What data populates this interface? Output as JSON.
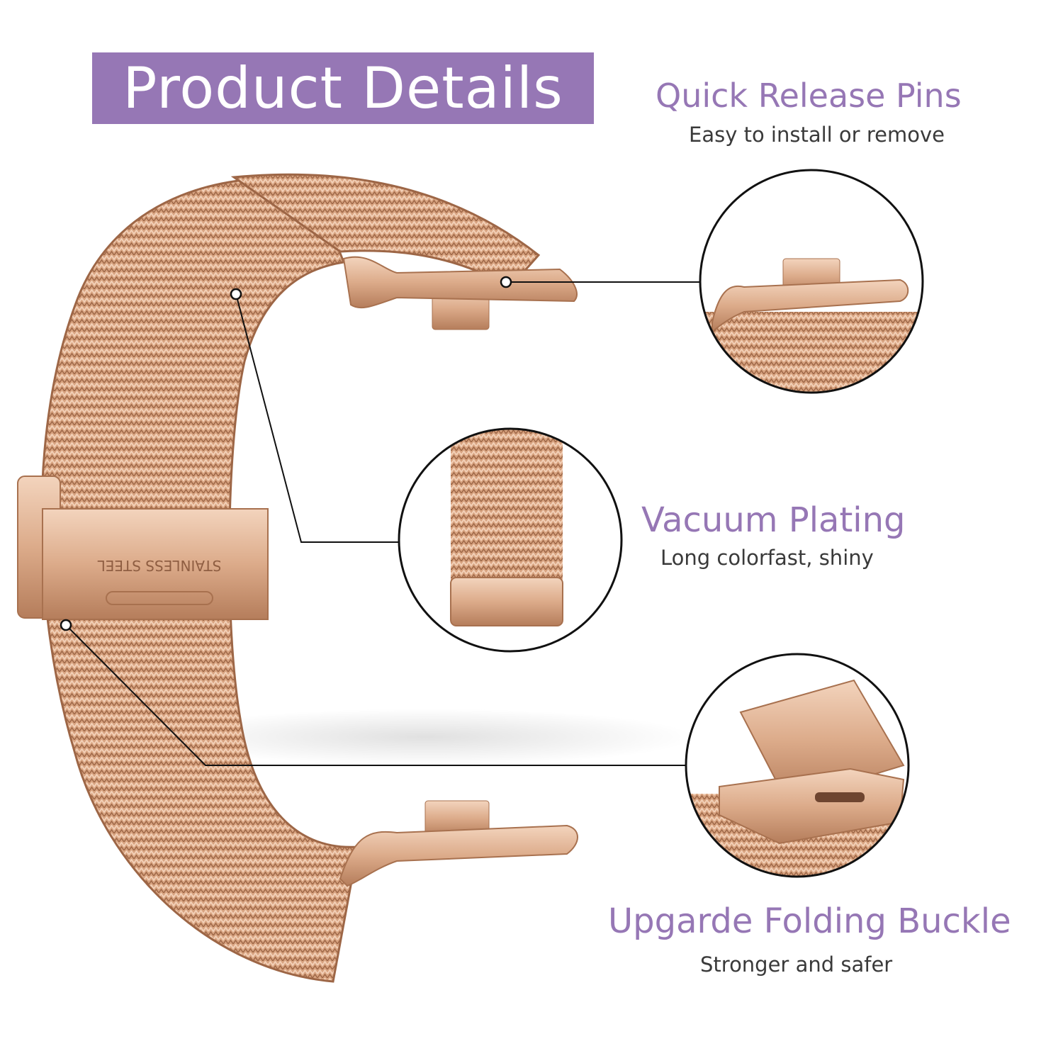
{
  "header": {
    "title": "Product Details"
  },
  "features": [
    {
      "title": "Quick Release Pins",
      "subtitle": "Easy to install or remove"
    },
    {
      "title": "Vacuum Plating",
      "subtitle": "Long colorfast, shiny"
    },
    {
      "title": "Upgarde Folding Buckle",
      "subtitle": "Stronger and safer"
    }
  ],
  "buckle_engraving": "STAINLESS STEEL",
  "colors": {
    "accent": "#9677b5",
    "rose_gold": "#d9a584",
    "rose_gold_dark": "#a8714f",
    "rose_gold_light": "#f0cdb4",
    "text": "#3a3a3a"
  }
}
